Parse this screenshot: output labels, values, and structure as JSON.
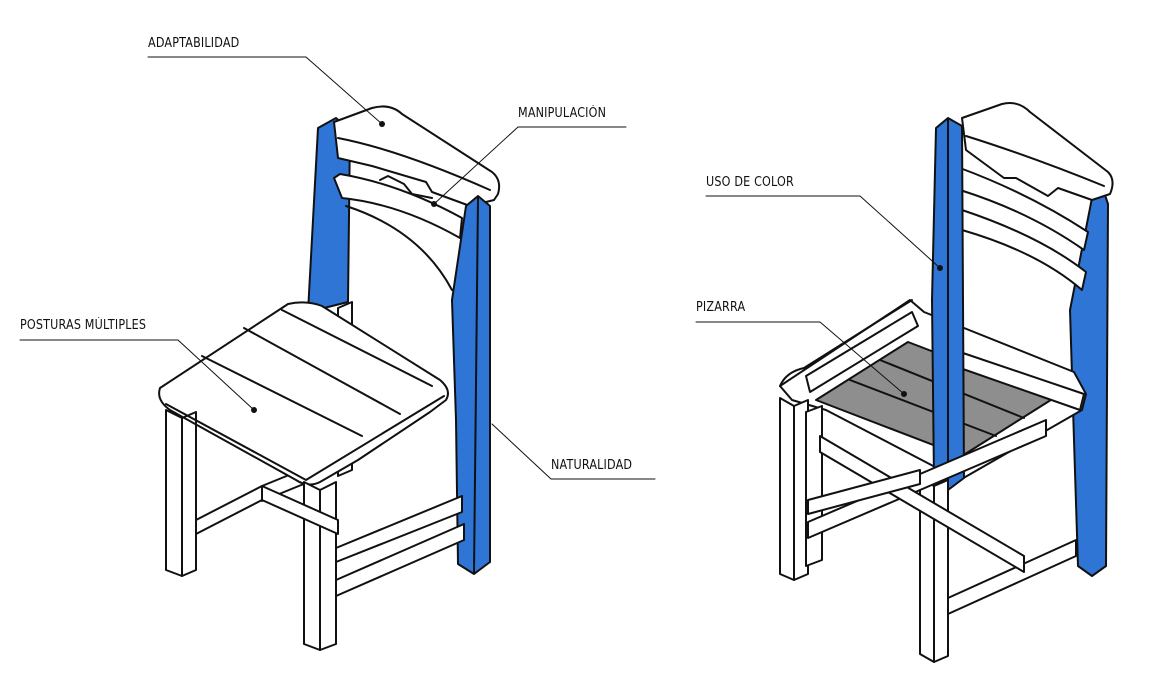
{
  "labels": {
    "adaptabilidad": "ADAPTABILIDAD",
    "manipulacion": "MANIPULACIÓN",
    "posturas_multiples": "POSTURAS MÚLTIPLES",
    "naturalidad": "NATURALIDAD",
    "uso_de_color": "USO DE COLOR",
    "pizarra": "PIZARRA"
  },
  "colors": {
    "accent_blue": "#2f75d6",
    "slate_gray": "#8e8e8e",
    "outline": "#111111",
    "wood": "#ffffff"
  }
}
